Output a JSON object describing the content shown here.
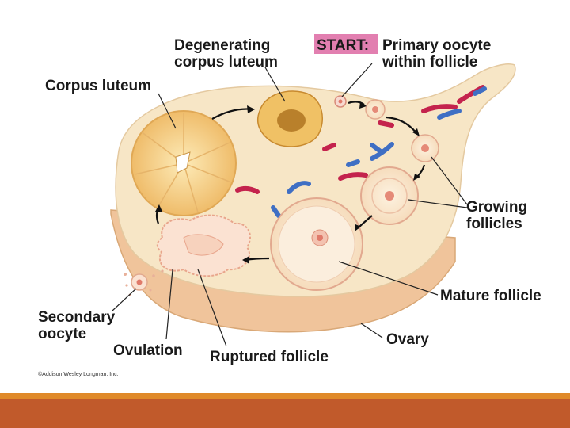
{
  "labels": {
    "degenerating_line1": "Degenerating",
    "degenerating_line2": "corpus luteum",
    "start": "START:",
    "primary_line1": "Primary oocyte",
    "primary_line2": "within follicle",
    "corpus_luteum": "Corpus luteum",
    "growing_line1": "Growing",
    "growing_line2": "follicles",
    "mature_follicle": "Mature follicle",
    "secondary_line1": "Secondary",
    "secondary_line2": "oocyte",
    "ovulation": "Ovulation",
    "ruptured_follicle": "Ruptured follicle",
    "ovary": "Ovary",
    "copyright": "©Addison Wesley Longman, Inc."
  },
  "colors": {
    "start_highlight": "#e27fb0",
    "footer_stripe": "#e08a2a",
    "footer_bar": "#c15a2b",
    "ovary_tissue": "#f7e6c6",
    "ovary_base": "#f0c49b",
    "vessel_red": "#c4234d",
    "vessel_blue": "#3f6fc4",
    "corpus_luteum_fill": "#f3c77a"
  }
}
